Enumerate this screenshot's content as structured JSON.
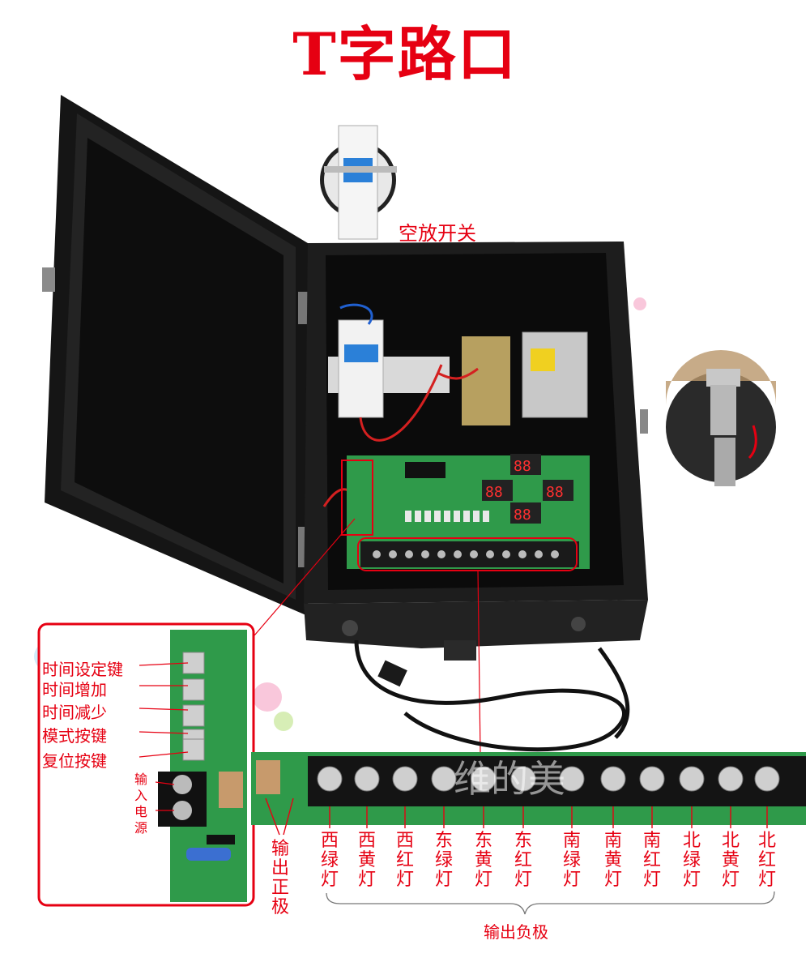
{
  "title": "T字路口",
  "breaker_label": "空放开关",
  "panel_labels": {
    "set_time": "时间设定键",
    "time_up": "时间增加",
    "time_down": "时间减少",
    "mode": "模式按键",
    "reset": "复位按键",
    "power_in": "输入电源"
  },
  "output_positive": "输出正极",
  "output_negative": "输出负极",
  "terminals": [
    "西绿灯",
    "西黄灯",
    "西红灯",
    "东绿灯",
    "东黄灯",
    "东红灯",
    "南绿灯",
    "南黄灯",
    "南红灯",
    "北绿灯",
    "北黄灯",
    "北红灯"
  ],
  "watermark": "维的美",
  "colors": {
    "label": "#e60012",
    "box": "#1a1a1a",
    "pcb": "#2f9a4a"
  }
}
